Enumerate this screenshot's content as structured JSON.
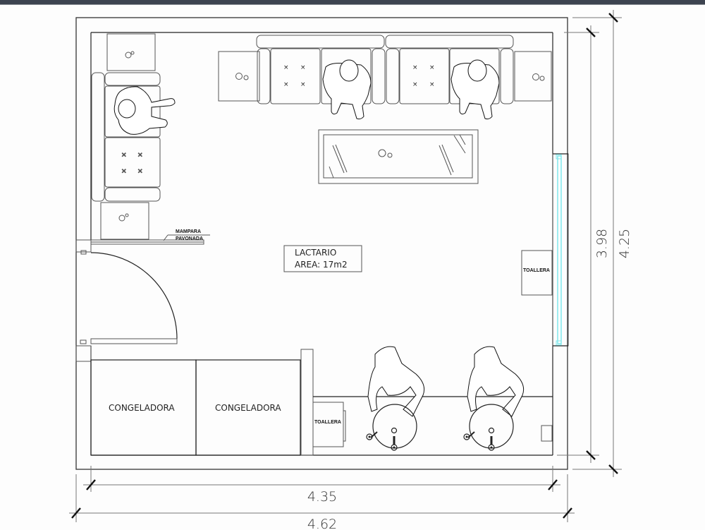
{
  "drawing": {
    "room_label": "LACTARIO",
    "area_label": "AREA: 17m2",
    "partition_label_line1": "MAMPARA",
    "partition_label_line2": "PAVONADA",
    "freezer_1_label": "CONGELADORA",
    "freezer_2_label": "CONGELADORA",
    "towel_rack_right_label": "TOALLERA",
    "towel_rack_bottom_label": "TOALLERA"
  },
  "dimensions": {
    "inner_width": "4.35",
    "outer_width": "4.62",
    "inner_height": "3.98",
    "outer_height": "4.25"
  },
  "colors": {
    "line": "#222222",
    "window_glass": "#7fe8ec",
    "top_bar": "#3d4450"
  }
}
